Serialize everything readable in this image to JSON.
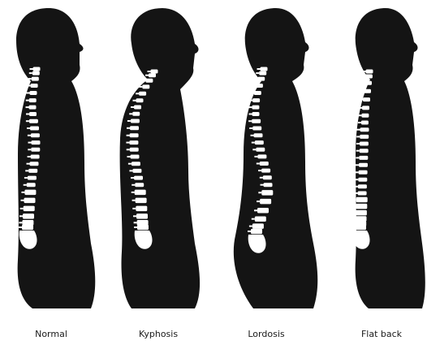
{
  "panels": [
    {
      "label": "Normal",
      "curve": "normal"
    },
    {
      "label": "Kyphosis",
      "curve": "kyphosis"
    },
    {
      "label": "Lordosis",
      "curve": "lordosis"
    },
    {
      "label": "Flat back",
      "curve": "flat"
    }
  ],
  "colors": {
    "silhouette": "#141414",
    "bone": "#ffffff",
    "background": "#ffffff"
  }
}
